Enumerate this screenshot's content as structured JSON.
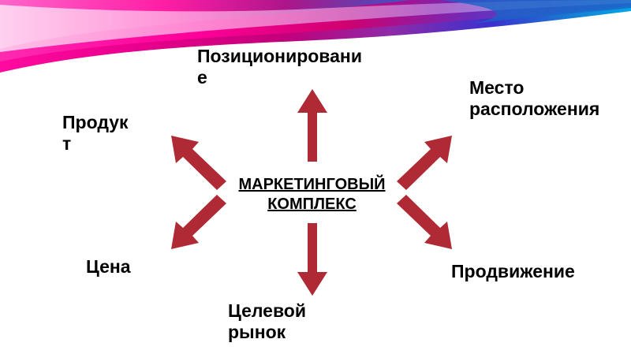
{
  "slide": {
    "background_color": "#ffffff",
    "decor": {
      "name": "top-wave-banner",
      "colors": [
        "#ff0099",
        "#e3007f",
        "#d4006e",
        "#b3005d",
        "#7b2fa0",
        "#3b2fd4",
        "#1f7fd4",
        "#00a0e9"
      ]
    }
  },
  "diagram": {
    "center": {
      "text": "МАРКЕТИНГОВЫЙ\nКОМПЛЕКС"
    },
    "arrow_color": "#b02a35",
    "nodes": [
      {
        "id": "pozicionirovanie",
        "text": "Позиционировани\nе",
        "direction": "up"
      },
      {
        "id": "mesto",
        "text": "Место\nрасположения",
        "direction": "up-right"
      },
      {
        "id": "prodvizhenie",
        "text": "Продвижение",
        "direction": "down-right"
      },
      {
        "id": "celevoy-rynok",
        "text": "Целевой\nрынок",
        "direction": "down"
      },
      {
        "id": "cena",
        "text": "Цена",
        "direction": "down-left"
      },
      {
        "id": "produkt",
        "text": "Продук\nт",
        "direction": "up-left"
      }
    ]
  }
}
